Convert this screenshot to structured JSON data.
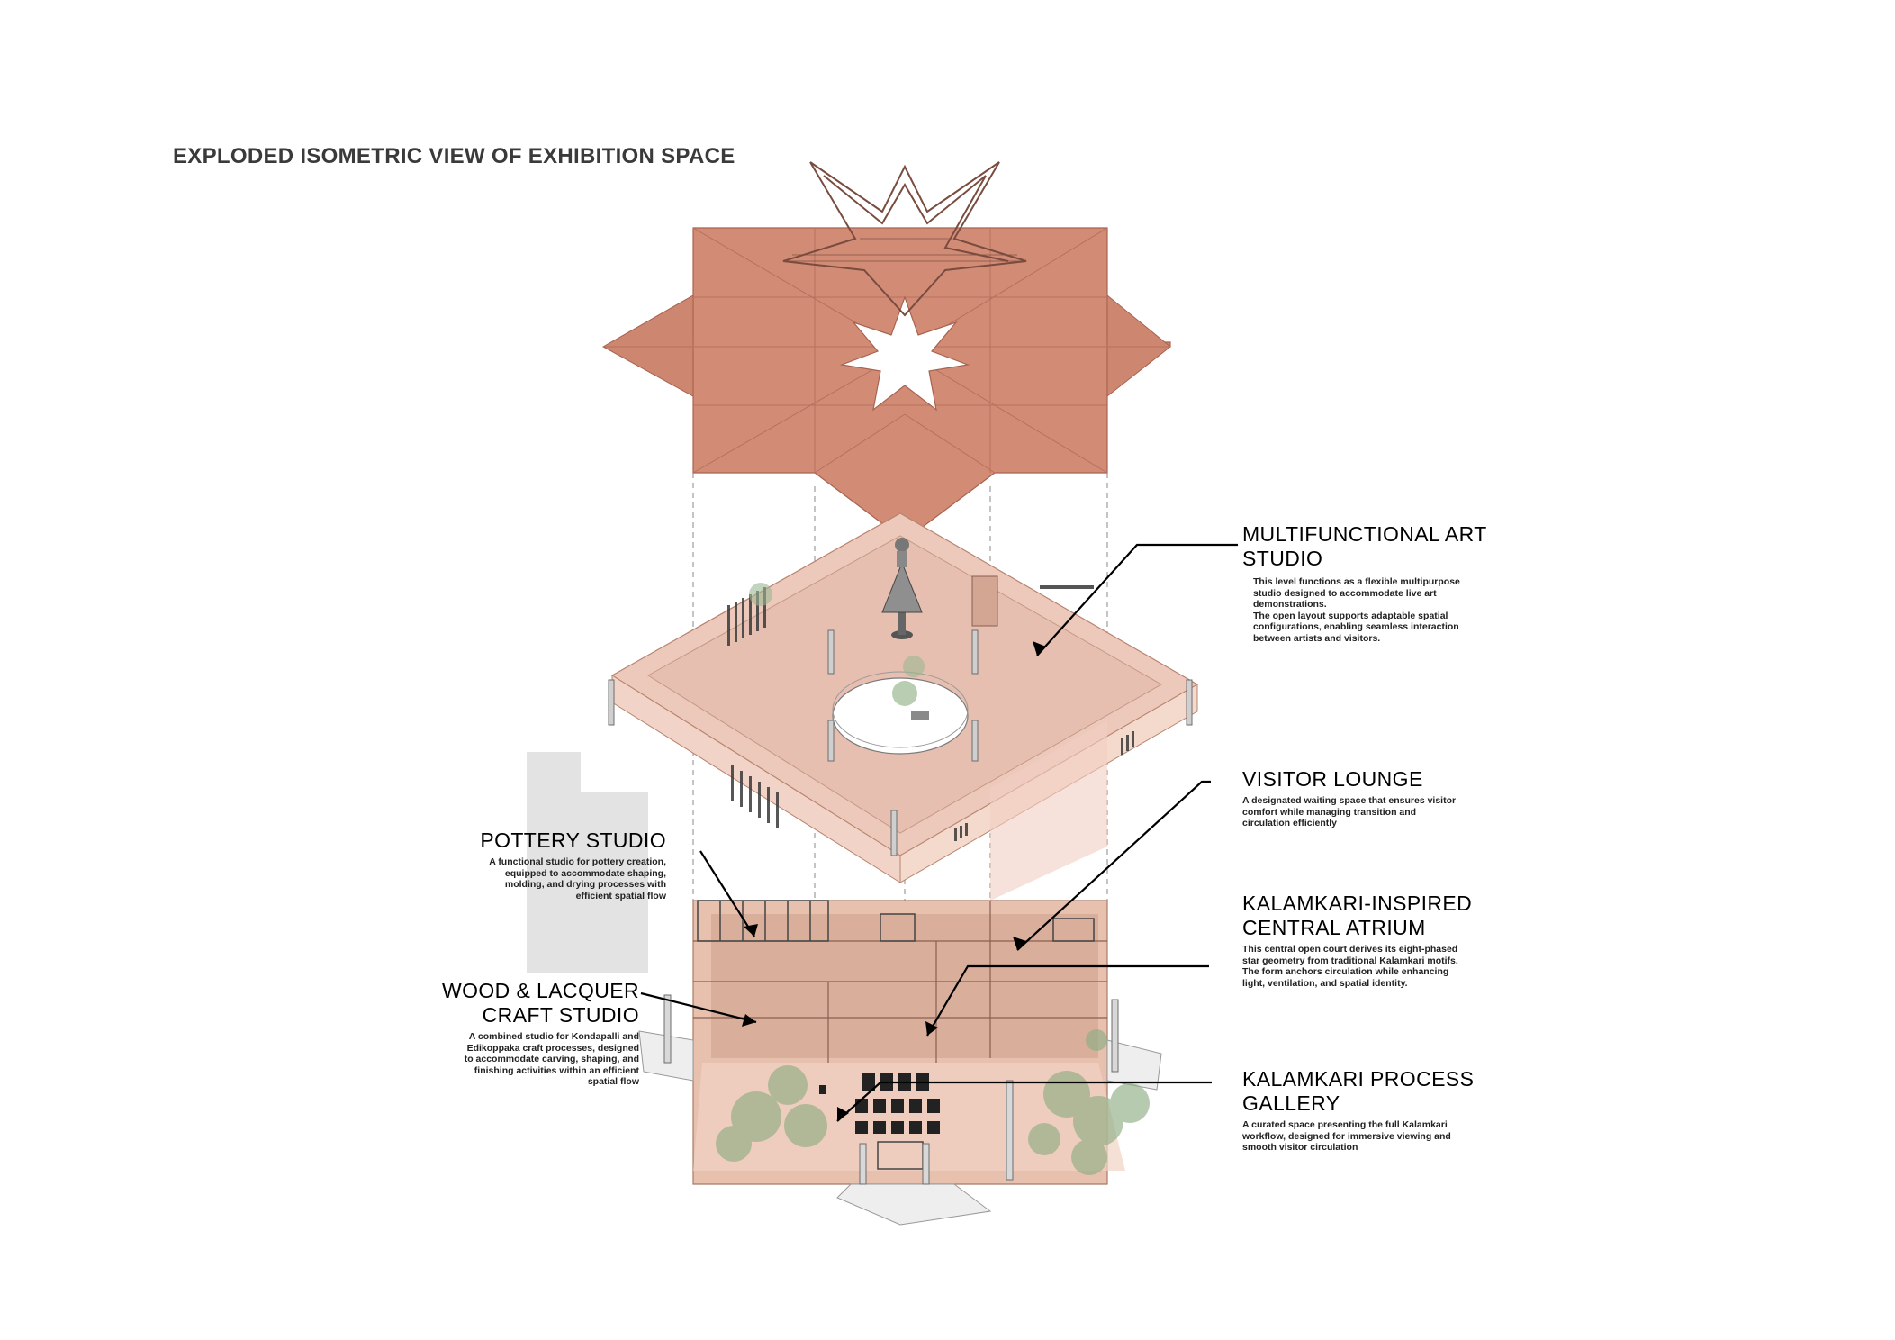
{
  "title": "EXPLODED ISOMETRIC VIEW OF EXHIBITION SPACE",
  "colors": {
    "roof": "#d28c76",
    "roof_dark": "#b96e5a",
    "floor_upper": "#e8c2b3",
    "floor_wall": "#efcfc2",
    "ground": "#e7bfad",
    "shadow": "#e2e2e2",
    "tree": "#8fae85",
    "leader": "#000000"
  },
  "labels": {
    "art_studio": {
      "heading_line1": "MULTIFUNCTIONAL ART",
      "heading_line2": "STUDIO",
      "desc_lines": [
        "This level functions as a flexible multipurpose",
        "studio designed to accommodate live art",
        "demonstrations.",
        "The open layout supports adaptable spatial",
        "configurations, enabling seamless interaction",
        "between artists and visitors."
      ]
    },
    "visitor_lounge": {
      "heading_line1": "VISITOR LOUNGE",
      "desc_lines": [
        "A designated waiting space that ensures visitor",
        "comfort while managing transition and",
        "circulation efficiently"
      ]
    },
    "central_atrium": {
      "heading_line1": "KALAMKARI-INSPIRED",
      "heading_line2": "CENTRAL ATRIUM",
      "desc_lines": [
        "This central open court derives its eight-phased",
        "star geometry from traditional Kalamkari motifs.",
        "The form anchors circulation while enhancing",
        "light, ventilation, and spatial identity."
      ]
    },
    "process_gallery": {
      "heading_line1": "KALAMKARI PROCESS",
      "heading_line2": "GALLERY",
      "desc_lines": [
        "A curated space presenting the full Kalamkari",
        "workflow, designed for immersive viewing and",
        "smooth visitor circulation"
      ]
    },
    "pottery_studio": {
      "heading_line1": "POTTERY STUDIO",
      "desc_lines": [
        "A functional studio for pottery creation,",
        "equipped to accommodate shaping,",
        "molding, and drying processes with",
        "efficient spatial flow"
      ]
    },
    "wood_lacquer": {
      "heading_line1": "WOOD & LACQUER",
      "heading_line2": "CRAFT STUDIO",
      "desc_lines": [
        "A combined studio for Kondapalli and",
        "Edikoppaka craft processes, designed",
        "to accommodate carving, shaping, and",
        "finishing activities within an efficient",
        "spatial flow"
      ]
    }
  }
}
